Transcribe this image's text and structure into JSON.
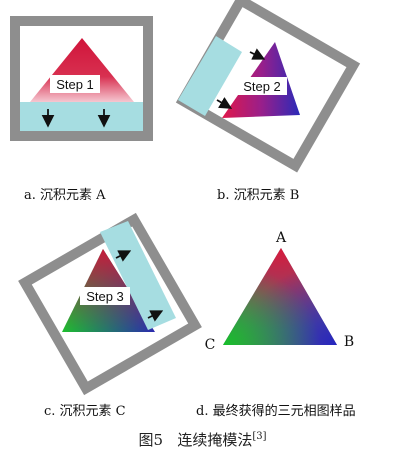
{
  "panels": [
    {
      "step_label": "Step 1",
      "caption": "a.  沉积元素 A"
    },
    {
      "step_label": "Step 2",
      "caption": "b.  沉积元素 B"
    },
    {
      "step_label": "Step 3",
      "caption": "c.  沉积元素 C"
    },
    {
      "caption": "d.  最终获得的三元相图样品"
    }
  ],
  "vertex_labels": {
    "top": "A",
    "left": "C",
    "right": "B"
  },
  "figure_caption": {
    "number": "图5",
    "title": "连续掩模法",
    "ref": "[3]"
  },
  "colors": {
    "mask_frame": "#8e8e8e",
    "mask_window": "#a6dde1",
    "element_a": "#d0143a",
    "element_b": "#2b2bb0",
    "element_c": "#1fb42f",
    "arrow": "#111111"
  }
}
